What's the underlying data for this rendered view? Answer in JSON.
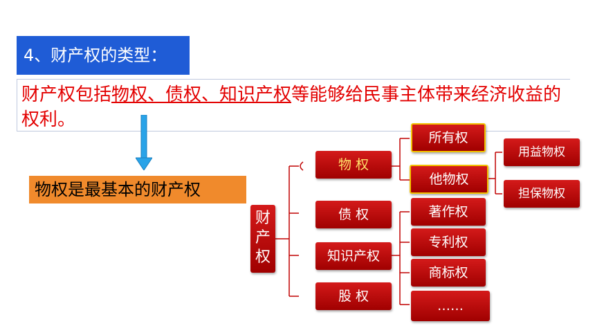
{
  "title": "4、财产权的类型：",
  "definition": {
    "part1": "财产权包括",
    "underlined": "物权、债权、知识产权",
    "part2": "等能够给民事主体带来经济收益的权利。"
  },
  "callout": "物权是最基本的财产权",
  "tree": {
    "root": "财\n产\n权",
    "level1": [
      "物 权",
      "债 权",
      "知识产权",
      "股 权"
    ],
    "wuquan_children": [
      "所有权",
      "他物权"
    ],
    "tawuquan_children": [
      "用益物权",
      "担保物权"
    ],
    "ip_children": [
      "著作权",
      "专利权",
      "商标权",
      "……"
    ]
  },
  "colors": {
    "title_bg": "#1f5cd6",
    "definition_text": "#e30000",
    "callout_bg": "#f08a2c",
    "node_red": "#c00000",
    "line": "#c00000"
  }
}
